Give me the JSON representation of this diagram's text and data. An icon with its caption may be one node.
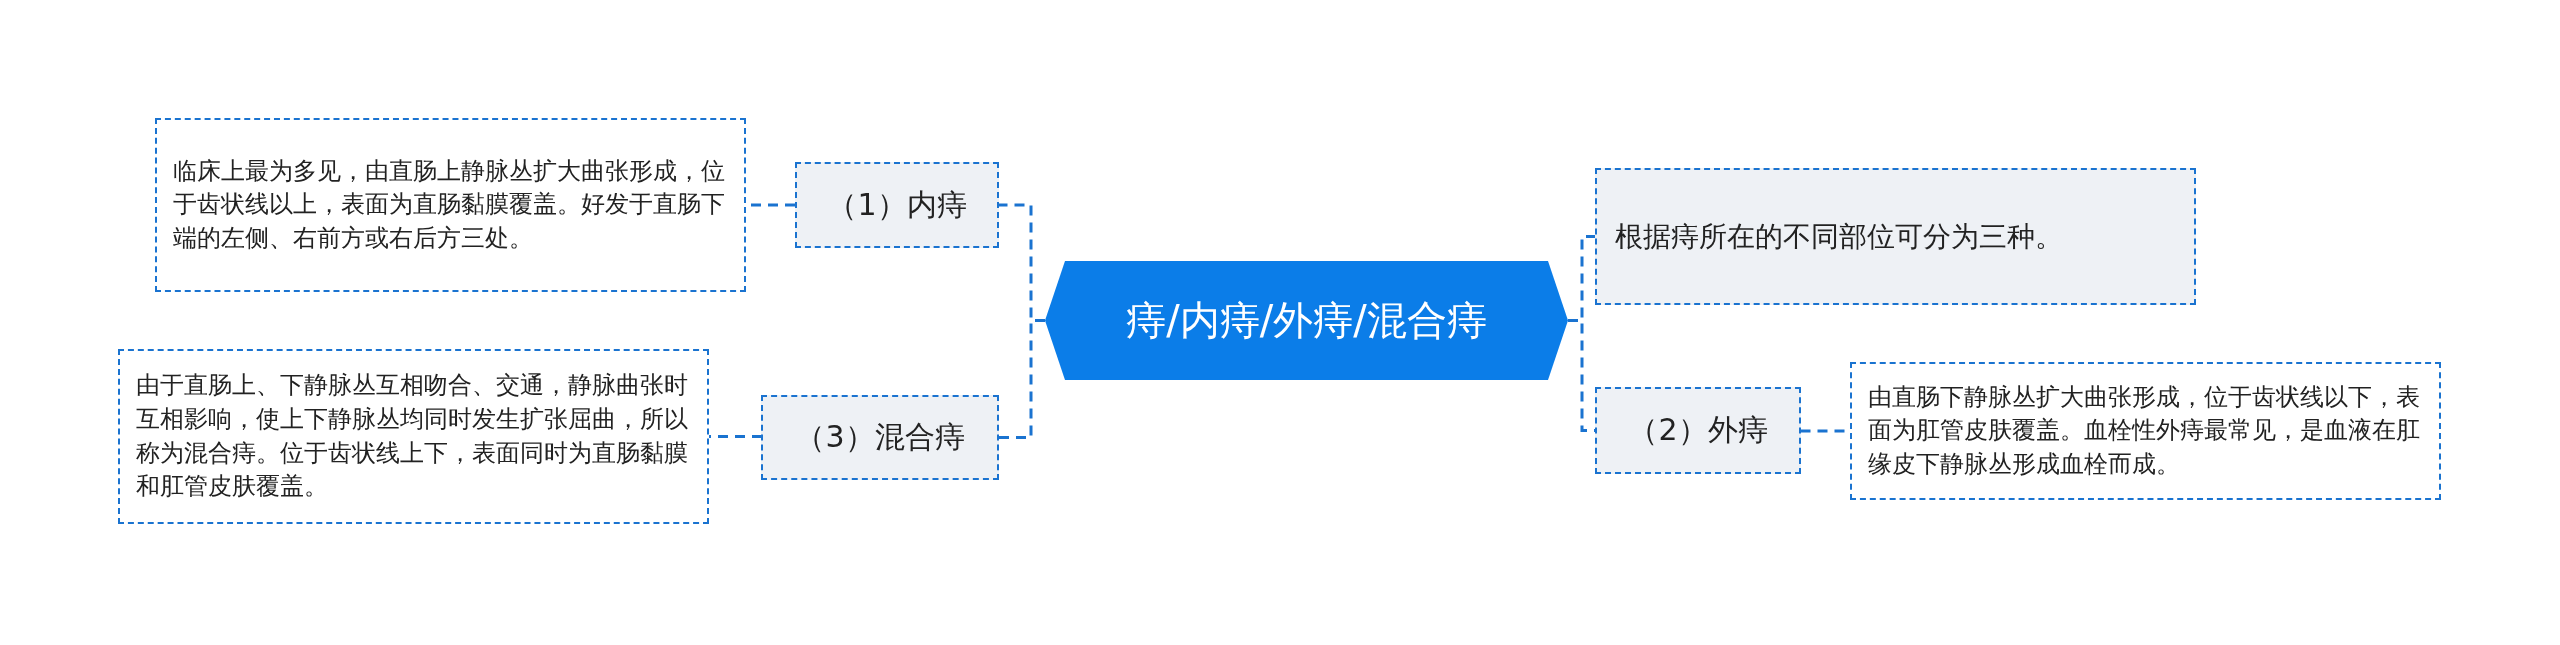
{
  "diagram": {
    "nodes": [
      {
        "text": [
          "痔/内痔/外痔/混合痔"
        ]
      },
      {
        "text": [
          "根据痔所在的不同部位可分为三种。"
        ]
      },
      {
        "text": [
          "（1）内痔"
        ]
      },
      {
        "text": [
          "临床上最为多见，由直肠上静脉丛扩大曲张形成，位于齿状线以上，表面为直肠黏膜覆盖。好发于直肠下端的左侧、右前方或右后方三处。"
        ]
      },
      {
        "text": [
          "（2）外痔"
        ]
      },
      {
        "text": [
          "由直肠下静脉丛扩大曲张形成，位于齿状线以下，表面为肛管皮肤覆盖。血栓性外痔最常见，是血液在肛缘皮下静脉丛形成血栓而成。"
        ]
      },
      {
        "text": [
          "（3）混合痔"
        ]
      },
      {
        "text": [
          "由于直肠上、下静脉丛互相吻合、交通，静脉曲张时互相影响，使上下静脉丛均同时发生扩张屈曲，所以称为混合痔。位于齿状线上下，表面同时为直肠黏膜和肛管皮肤覆盖。"
        ]
      }
    ],
    "edges": [
      {
        "from": 0,
        "to": 1,
        "arrow": "none"
      },
      {
        "from": 0,
        "to": 2,
        "arrow": "none"
      },
      {
        "from": 2,
        "to": 3,
        "arrow": "none"
      },
      {
        "from": 0,
        "to": 4,
        "arrow": "none"
      },
      {
        "from": 4,
        "to": 5,
        "arrow": "none"
      },
      {
        "from": 0,
        "to": 6,
        "arrow": "none"
      },
      {
        "from": 6,
        "to": 7,
        "arrow": "none"
      }
    ]
  }
}
